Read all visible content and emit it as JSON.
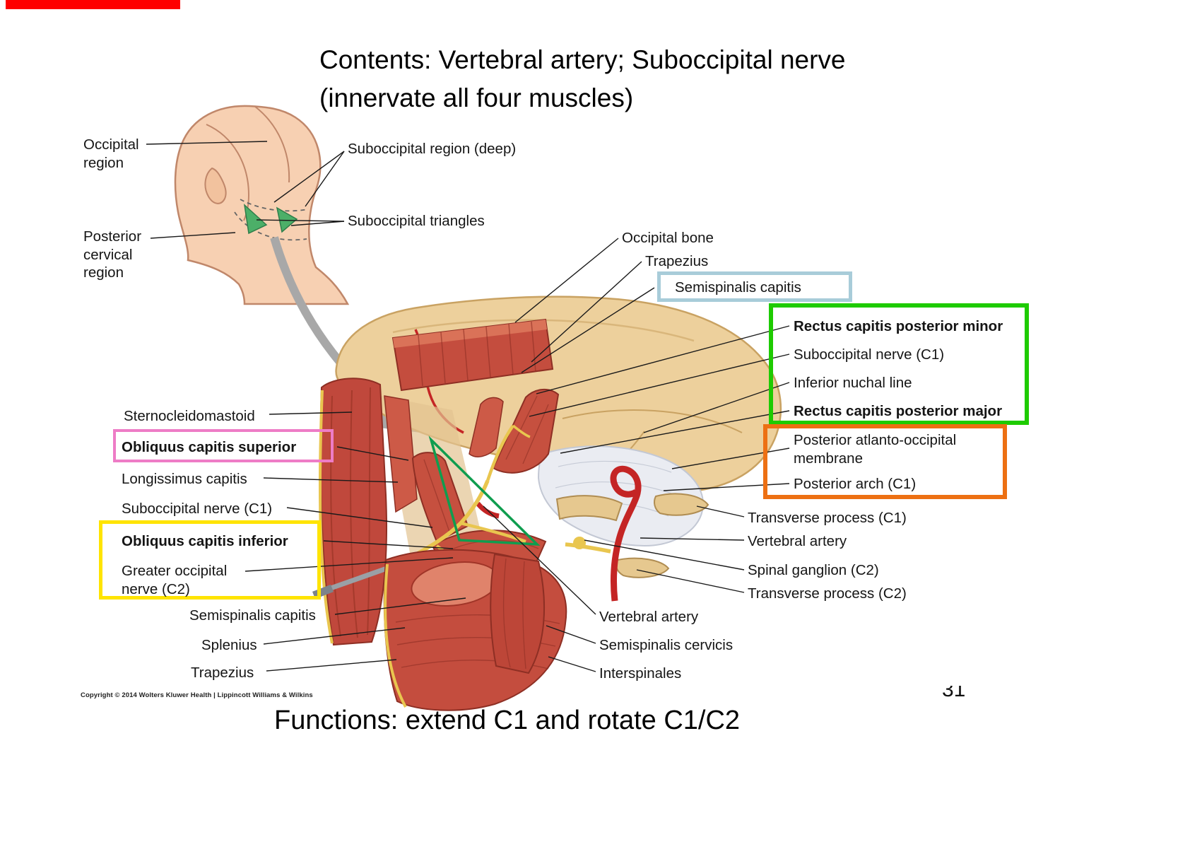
{
  "slide": {
    "title_line1": "Contents: Vertebral artery; Suboccipital nerve",
    "title_line2": "(innervate all four muscles)",
    "functions_caption": "Functions: extend C1 and rotate C1/C2",
    "copyright": "Copyright © 2014 Wolters Kluwer Health | Lippincott Williams & Wilkins",
    "page_number": "31",
    "accent_red_bar_color": "#fe0000"
  },
  "inset_labels": {
    "occipital_region": "Occipital\nregion",
    "suboccipital_region_deep": "Suboccipital region (deep)",
    "suboccipital_triangles": "Suboccipital triangles",
    "posterior_cervical_region": "Posterior\ncervical\nregion"
  },
  "diagram_labels": {
    "sternocleidomastoid": "Sternocleidomastoid",
    "obliquus_capitis_superior": "Obliquus capitis superior",
    "longissimus_capitis": "Longissimus capitis",
    "suboccipital_nerve_c1_left": "Suboccipital nerve (C1)",
    "obliquus_capitis_inferior": "Obliquus capitis inferior",
    "greater_occipital_nerve_c2": "Greater occipital\nnerve (C2)",
    "semispinalis_capitis_left": "Semispinalis capitis",
    "splenius": "Splenius",
    "trapezius_left": "Trapezius",
    "occipital_bone": "Occipital bone",
    "trapezius_top": "Trapezius",
    "semispinalis_capitis_top": "Semispinalis capitis",
    "rectus_capitis_posterior_minor": "Rectus capitis posterior minor",
    "suboccipital_nerve_c1_right": "Suboccipital nerve (C1)",
    "inferior_nuchal_line": "Inferior nuchal line",
    "rectus_capitis_posterior_major": "Rectus capitis posterior major",
    "posterior_atlanto_occipital_membrane": "Posterior atlanto-occipital\nmembrane",
    "posterior_arch_c1": "Posterior arch (C1)",
    "transverse_process_c1": "Transverse process (C1)",
    "vertebral_artery_right": "Vertebral artery",
    "spinal_ganglion_c2": "Spinal ganglion (C2)",
    "transverse_process_c2": "Transverse process (C2)",
    "vertebral_artery_bottom": "Vertebral artery",
    "semispinalis_cervicis": "Semispinalis cervicis",
    "interspinales": "Interspinales"
  },
  "highlight_colors": {
    "semispinalis_box_blue": "#a8ccd9",
    "rectus_group_box_green": "#1ecb00",
    "atlanto_occipital_box_orange": "#ed7013",
    "obliquus_superior_box_pink": "#ee7cc6",
    "obliquus_inferior_box_yellow": "#ffe400"
  }
}
